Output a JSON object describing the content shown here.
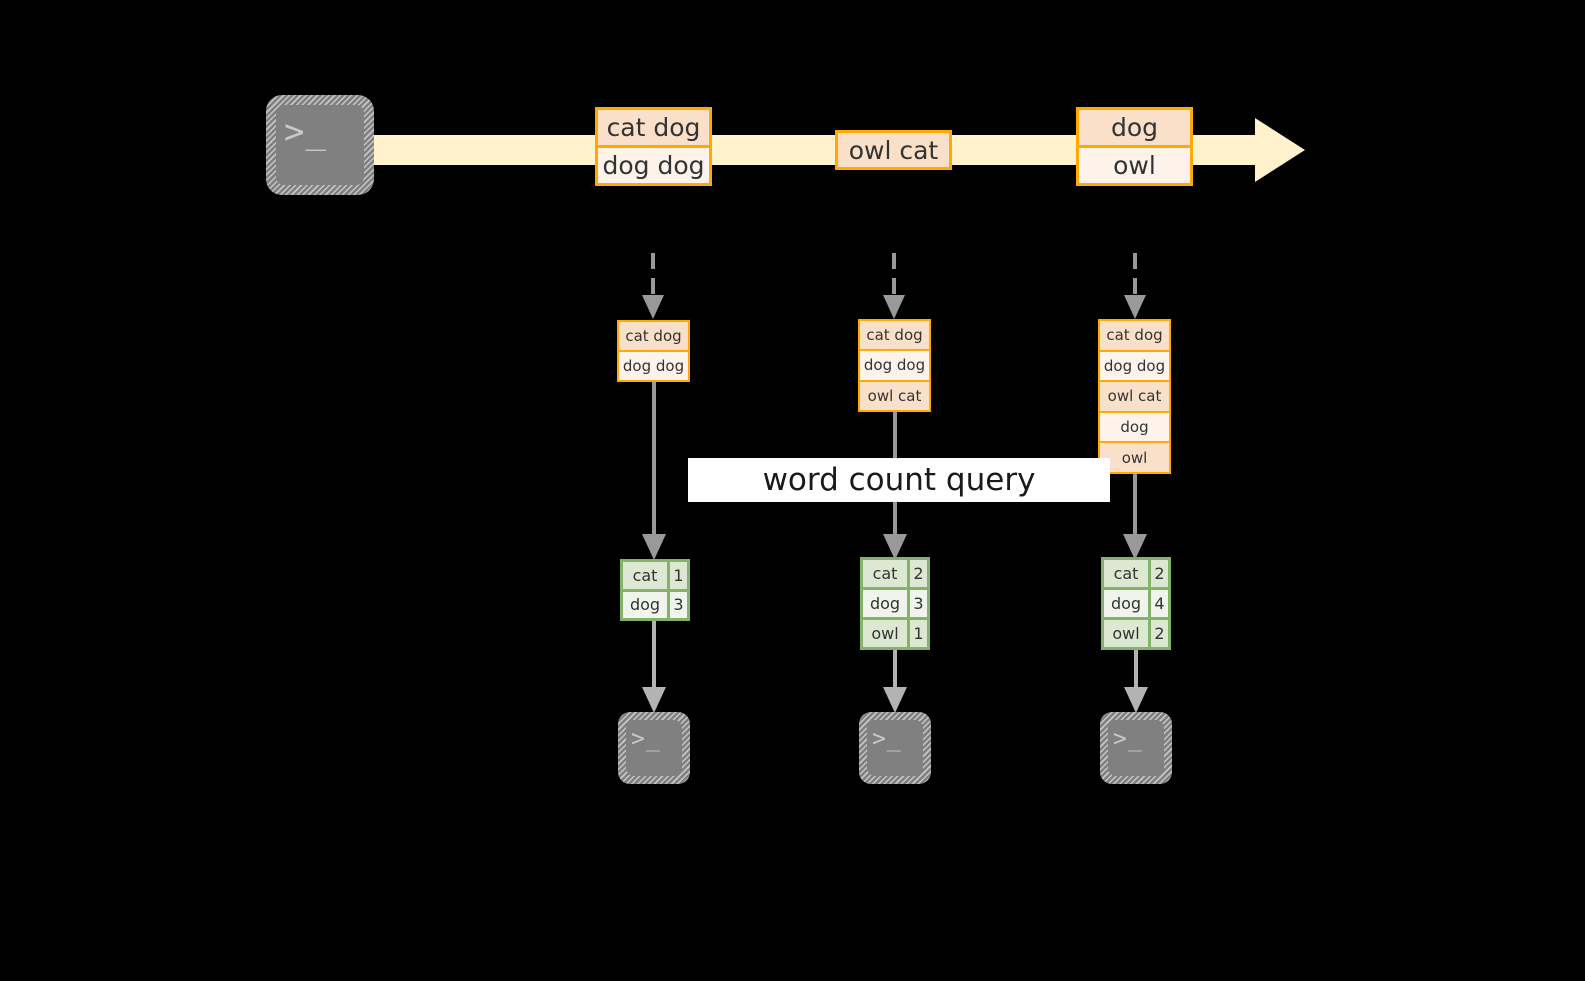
{
  "diagram": {
    "title": "word count query",
    "colors": {
      "background": "#000000",
      "stream_fill": "#FFF2CC",
      "record_border": "#FFAA00",
      "record_fill_dark": "#FAE0C8",
      "record_fill_light": "#FDF3EA",
      "table_border": "#82B366",
      "table_fill_dark": "#DCE8D2",
      "table_fill_light": "#F0F4EC",
      "arrow_gray": "#999999",
      "terminal_gray": "#808080",
      "label_band": "#FFFFFF"
    }
  },
  "source": {
    "icon": "terminal-icon",
    "prompt": ">_"
  },
  "stream": {
    "label": "",
    "records": [
      {
        "lines": [
          "cat dog",
          "dog dog"
        ]
      },
      {
        "lines": [
          "owl cat"
        ]
      },
      {
        "lines": [
          "dog",
          "owl"
        ]
      }
    ]
  },
  "snapshots": [
    {
      "id": "snapshot-1",
      "lines": [
        "cat dog",
        "dog dog"
      ],
      "result": {
        "rows": [
          {
            "word": "cat",
            "count": "1"
          },
          {
            "word": "dog",
            "count": "3"
          }
        ]
      },
      "sink": {
        "icon": "terminal-icon",
        "prompt": ">_"
      }
    },
    {
      "id": "snapshot-2",
      "lines": [
        "cat dog",
        "dog dog",
        "owl cat"
      ],
      "result": {
        "rows": [
          {
            "word": "cat",
            "count": "2"
          },
          {
            "word": "dog",
            "count": "3"
          },
          {
            "word": "owl",
            "count": "1"
          }
        ]
      },
      "sink": {
        "icon": "terminal-icon",
        "prompt": ">_"
      }
    },
    {
      "id": "snapshot-3",
      "lines": [
        "cat dog",
        "dog dog",
        "owl cat",
        "dog",
        "owl"
      ],
      "result": {
        "rows": [
          {
            "word": "cat",
            "count": "2"
          },
          {
            "word": "dog",
            "count": "4"
          },
          {
            "word": "owl",
            "count": "2"
          }
        ]
      },
      "sink": {
        "icon": "terminal-icon",
        "prompt": ">_"
      }
    }
  ],
  "query": {
    "label": "word count query"
  }
}
